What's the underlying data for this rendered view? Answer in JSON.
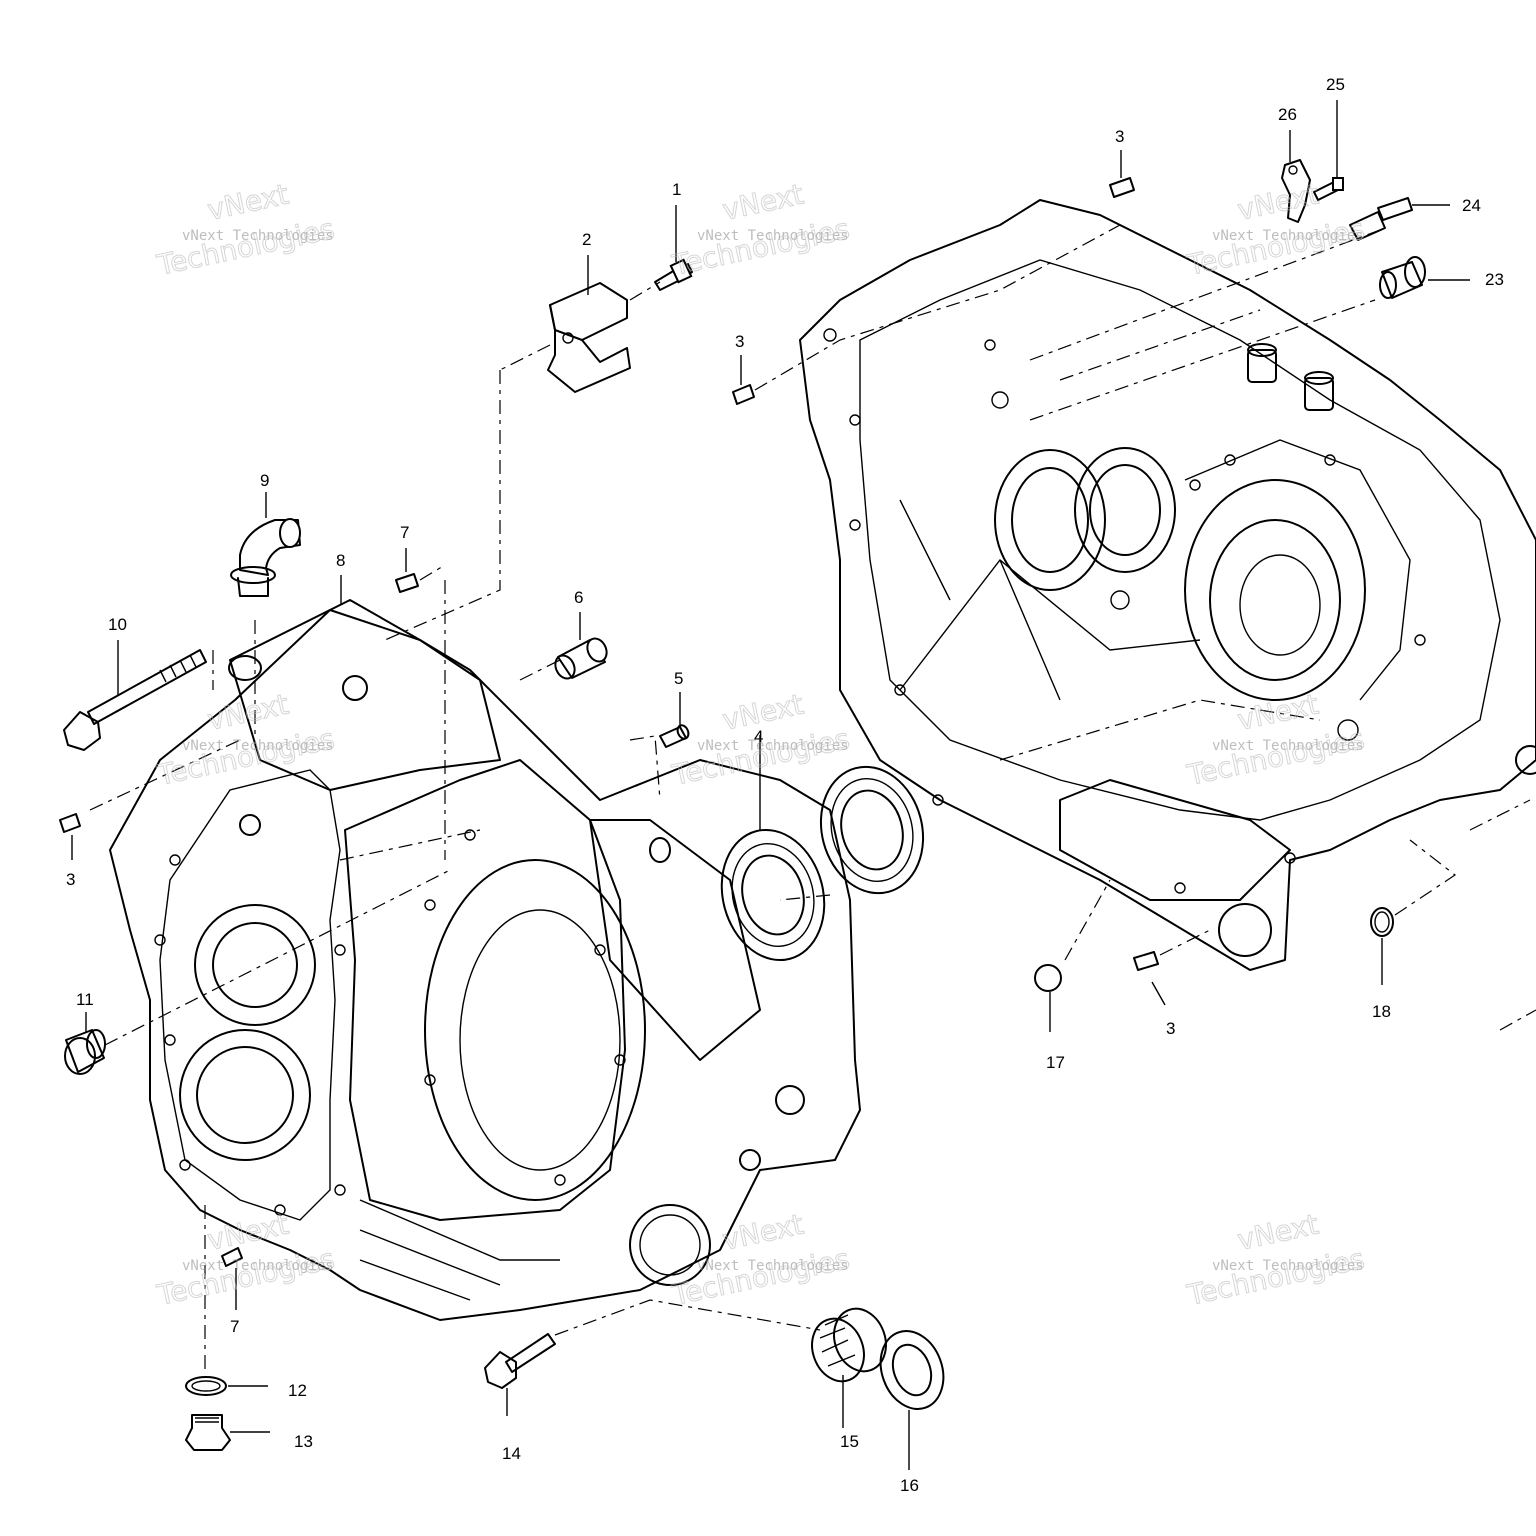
{
  "diagram": {
    "callouts": [
      {
        "id": "c1",
        "text": "1"
      },
      {
        "id": "c2",
        "text": "2"
      },
      {
        "id": "c3a",
        "text": "3"
      },
      {
        "id": "c3b",
        "text": "3"
      },
      {
        "id": "c3c",
        "text": "3"
      },
      {
        "id": "c3d",
        "text": "3"
      },
      {
        "id": "c4",
        "text": "4"
      },
      {
        "id": "c5",
        "text": "5"
      },
      {
        "id": "c6",
        "text": "6"
      },
      {
        "id": "c7a",
        "text": "7"
      },
      {
        "id": "c7b",
        "text": "7"
      },
      {
        "id": "c8",
        "text": "8"
      },
      {
        "id": "c9",
        "text": "9"
      },
      {
        "id": "c10",
        "text": "10"
      },
      {
        "id": "c11",
        "text": "11"
      },
      {
        "id": "c12",
        "text": "12"
      },
      {
        "id": "c13",
        "text": "13"
      },
      {
        "id": "c14",
        "text": "14"
      },
      {
        "id": "c15",
        "text": "15"
      },
      {
        "id": "c16",
        "text": "16"
      },
      {
        "id": "c17",
        "text": "17"
      },
      {
        "id": "c18",
        "text": "18"
      },
      {
        "id": "c23",
        "text": "23"
      },
      {
        "id": "c24",
        "text": "24"
      },
      {
        "id": "c25",
        "text": "25"
      },
      {
        "id": "c26",
        "text": "26"
      }
    ]
  },
  "watermark": {
    "line1": "vNext",
    "line2": "vNext Technologies",
    "line3": "Technologies"
  }
}
